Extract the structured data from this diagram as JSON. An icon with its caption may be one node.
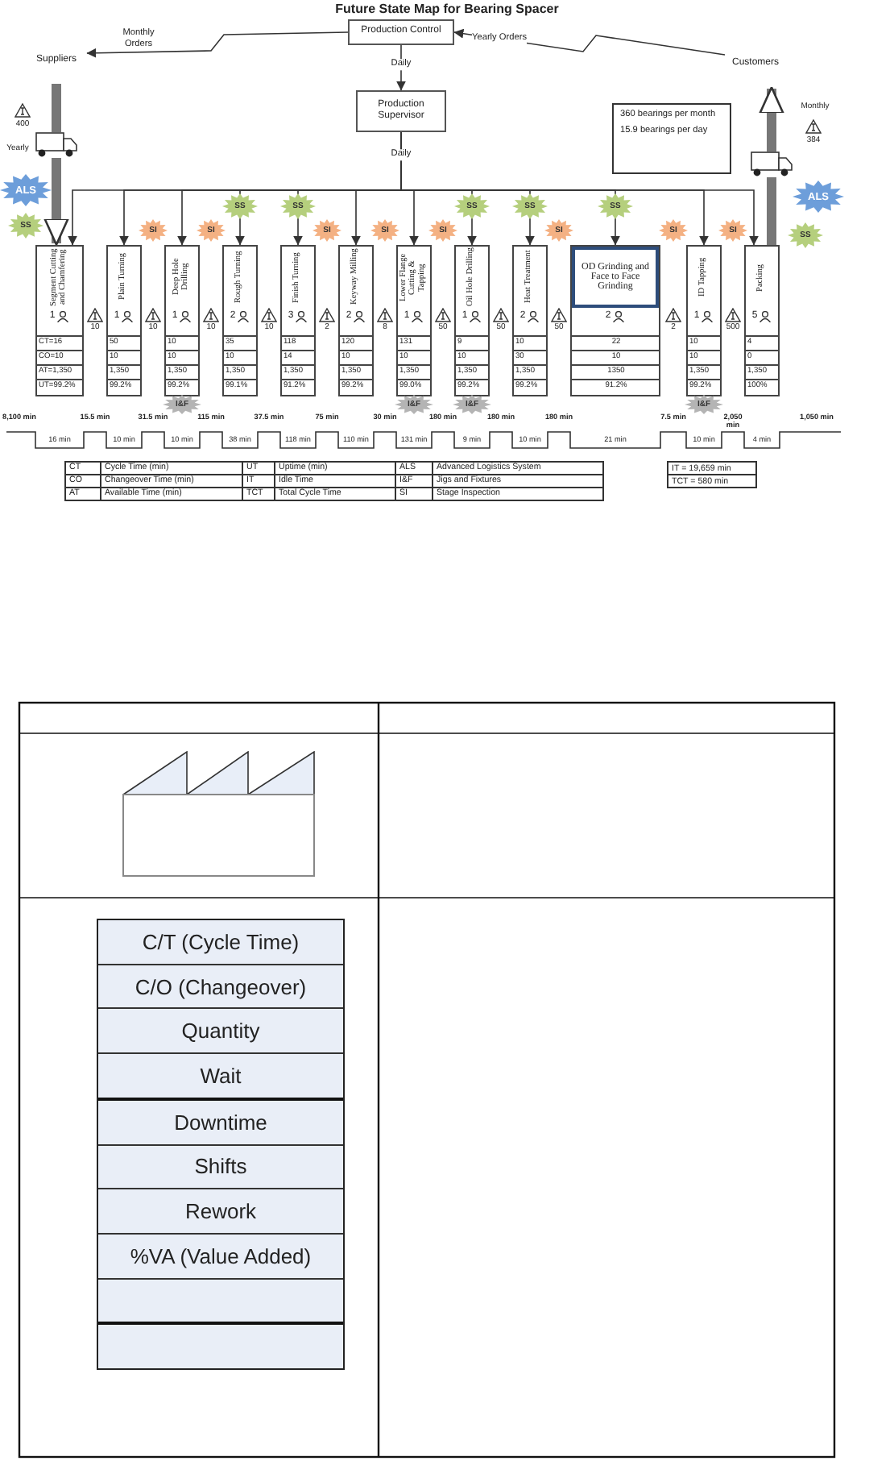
{
  "diagram": {
    "title": "Future State Map for Bearing Spacer",
    "nodes": [
      {
        "text": [
          "Suppliers"
        ]
      },
      {
        "text": [
          "Production Control"
        ]
      },
      {
        "text": [
          "Customers"
        ]
      },
      {
        "text": [
          "Production Supervisor"
        ]
      },
      {
        "text": [
          "360 bearings per month",
          "15.9 bearings per day"
        ]
      },
      {
        "text": [],
        "shape": "truck"
      },
      {
        "text": [
          "ALS"
        ]
      },
      {
        "text": [],
        "shape": "truck"
      },
      {
        "text": [
          "ALS"
        ]
      },
      {
        "text": [
          "Segment Cutting and Chamfering",
          "1",
          "CT=16",
          "CO=10",
          "AT=1,350",
          "UT=99.2%"
        ]
      },
      {
        "text": [
          "Plain Turning",
          "1",
          "50",
          "10",
          "1,350",
          "99.2%"
        ]
      },
      {
        "text": [
          "Deep Hole Drilling",
          "1",
          "10",
          "10",
          "1,350",
          "99.2%"
        ]
      },
      {
        "text": [
          "Rough Turning",
          "2",
          "35",
          "10",
          "1,350",
          "99.1%"
        ]
      },
      {
        "text": [
          "Finish Turning",
          "3",
          "118",
          "14",
          "1,350",
          "91.2%"
        ]
      },
      {
        "text": [
          "Keyway Milling",
          "2",
          "120",
          "10",
          "1,350",
          "99.2%"
        ]
      },
      {
        "text": [
          "Lower Flange Cutting & Tapping",
          "1",
          "131",
          "10",
          "1,350",
          "99.0%"
        ]
      },
      {
        "text": [
          "Oil Hole Drilling",
          "1",
          "9",
          "10",
          "1,350",
          "99.2%"
        ]
      },
      {
        "text": [
          "Heat Treatment",
          "2",
          "10",
          "30",
          "1,350",
          "99.2%"
        ]
      },
      {
        "text": [
          "OD Grinding and Face to Face Grinding",
          "2",
          "22",
          "10",
          "1350",
          "91.2%"
        ]
      },
      {
        "text": [
          "ID Tapping",
          "1",
          "10",
          "10",
          "1,350",
          "99.2%"
        ]
      },
      {
        "text": [
          "Packing",
          "5",
          "4",
          "0",
          "1,350",
          "100%"
        ]
      },
      {
        "text": [
          "SS"
        ]
      },
      {
        "text": [
          "SS"
        ]
      },
      {
        "text": [
          "SS"
        ]
      },
      {
        "text": [
          "SS"
        ]
      },
      {
        "text": [
          "SS"
        ]
      },
      {
        "text": [
          "SS"
        ]
      },
      {
        "text": [
          "SS"
        ]
      },
      {
        "text": [
          "SI"
        ]
      },
      {
        "text": [
          "SI"
        ]
      },
      {
        "text": [
          "SI"
        ]
      },
      {
        "text": [
          "SI"
        ]
      },
      {
        "text": [
          "SI"
        ]
      },
      {
        "text": [
          "SI"
        ]
      },
      {
        "text": [
          "SI"
        ]
      },
      {
        "text": [
          "SI"
        ]
      },
      {
        "text": [
          "I&F"
        ]
      },
      {
        "text": [
          "I&F"
        ]
      },
      {
        "text": [
          "I&F"
        ]
      },
      {
        "text": [
          "I&F"
        ]
      },
      {
        "text": [],
        "shape": "factory"
      },
      {
        "text": [
          "C/T (Cycle Time)",
          "C/O (Changeover)",
          "Quantity",
          "Wait",
          "Downtime",
          "Shifts",
          "Rework",
          "%VA (Value Added)"
        ]
      }
    ],
    "edges": [
      {
        "from": 1,
        "to": 0,
        "arrow": "to",
        "label": "Monthly Orders"
      },
      {
        "from": 2,
        "to": 1,
        "arrow": "to",
        "label": "Yearly Orders"
      },
      {
        "from": 1,
        "to": 3,
        "arrow": "to",
        "label": "Daily"
      },
      {
        "from": 3,
        "to": 9,
        "arrow": "to",
        "label": "Daily"
      },
      {
        "from": 3,
        "to": 10,
        "arrow": "to"
      },
      {
        "from": 3,
        "to": 11,
        "arrow": "to"
      },
      {
        "from": 3,
        "to": 12,
        "arrow": "to"
      },
      {
        "from": 3,
        "to": 13,
        "arrow": "to"
      },
      {
        "from": 3,
        "to": 14,
        "arrow": "to"
      },
      {
        "from": 3,
        "to": 15,
        "arrow": "to"
      },
      {
        "from": 3,
        "to": 16,
        "arrow": "to"
      },
      {
        "from": 3,
        "to": 17,
        "arrow": "to"
      },
      {
        "from": 3,
        "to": 18,
        "arrow": "to"
      },
      {
        "from": 3,
        "to": 19,
        "arrow": "to"
      },
      {
        "from": 3,
        "to": 20,
        "arrow": "to"
      },
      {
        "from": 0,
        "to": 5,
        "arrow": "none",
        "style": "thick"
      },
      {
        "from": 5,
        "to": 9,
        "arrow": "to",
        "style": "thick"
      },
      {
        "from": 20,
        "to": 7,
        "arrow": "none",
        "style": "thick"
      },
      {
        "from": 7,
        "to": 2,
        "arrow": "to",
        "style": "thick"
      }
    ],
    "labels": [
      "400",
      "Yearly",
      "Monthly",
      "384",
      "10",
      "10",
      "10",
      "10",
      "2",
      "8",
      "50",
      "50",
      "50",
      "2",
      "500",
      "8,100 min",
      "16 min",
      "15.5 min",
      "10 min",
      "31.5 min",
      "10 min",
      "115 min",
      "38 min",
      "37.5 min",
      "118 min",
      "75 min",
      "110 min",
      "30 min",
      "131 min",
      "180 min",
      "9 min",
      "180 min",
      "10 min",
      "180 min",
      "21 min",
      "7.5 min",
      "10 min",
      "2,050 min",
      "4 min",
      "1,050 min",
      "CT",
      "Cycle Time (min)",
      "UT",
      "Uptime (min)",
      "ALS",
      "Advanced Logistics System",
      "CO",
      "Changeover Time (min)",
      "IT",
      "Idle Time",
      "I&F",
      "Jigs and Fixtures",
      "AT",
      "Available Time (min)",
      "TCT",
      "Total Cycle Time",
      "SI",
      "Stage Inspection",
      "IT = 19,659 min",
      "TCT = 580 min"
    ]
  }
}
